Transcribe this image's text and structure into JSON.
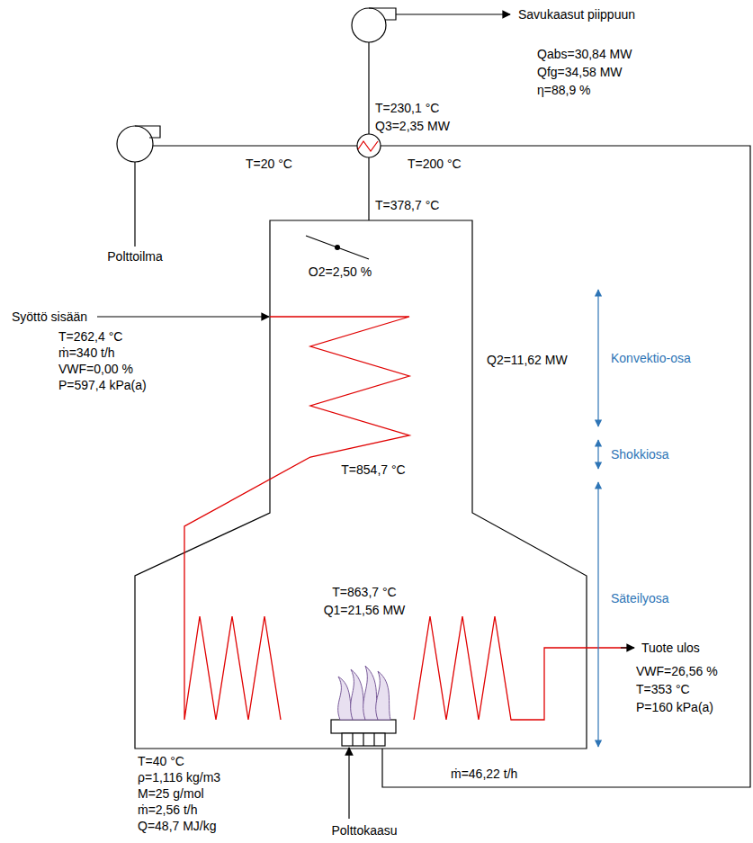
{
  "diagram": {
    "labels": [
      "Savukaasut piippuun",
      "Qabs=30,84 MW",
      "Qfg=34,58 MW",
      "η=88,9 %",
      "T=230,1 °C",
      "Q3=2,35 MW",
      "T=20 °C",
      "T=200 °C",
      "Polttoilma",
      "T=378,7 °C",
      "O2=2,50 %",
      "Syöttö sisään",
      "T=262,4 °C",
      "ṁ=340 t/h",
      "VWF=0,00 %",
      "P=597,4 kPa(a)",
      "Q2=11,62 MW",
      "Konvektio-osa",
      "Shokkiosa",
      "T=854,7 °C",
      "T=863,7 °C",
      "Q1=21,56 MW",
      "Säteilyosa",
      "Tuote ulos",
      "VWF=26,56 %",
      "T=353 °C",
      "P=160 kPa(a)",
      "T=40 °C",
      "ρ=1,116 kg/m3",
      "M=25 g/mol",
      "ṁ=2,56 t/h",
      "Q=48,7 MJ/kg",
      "Polttokaasu",
      "ṁ=46,22 t/h"
    ]
  }
}
